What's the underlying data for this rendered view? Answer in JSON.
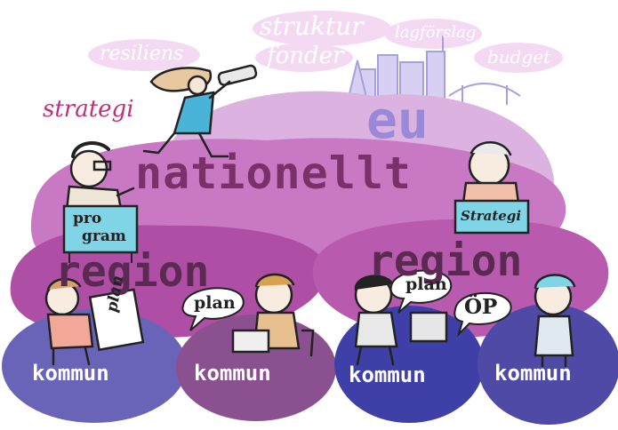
{
  "levels": {
    "eu": "eu",
    "national": "nationellt",
    "region_left": "region",
    "region_right": "region"
  },
  "municipalities": [
    "kommun",
    "kommun",
    "kommun",
    "kommun"
  ],
  "cloud_words": {
    "resiliens": "resiliens",
    "struktur": "struktur",
    "fonder": "fonder",
    "lagforslag": "lagförslag",
    "budget": "budget",
    "strategi": "strategi"
  },
  "signs": {
    "program_line1": "pro",
    "program_line2": "gram",
    "strategi": "Strategi"
  },
  "speech": {
    "plan_left": "plan",
    "plan_right": "plan",
    "op": "ÖP"
  },
  "paper_note": "plan",
  "colors": {
    "eu_blob": "#d7a8dc",
    "national_blob": "#c56fc0",
    "region_blob": "#a94a9e",
    "kommun_1": "#6a64b8",
    "kommun_2": "#8a4f8e",
    "kommun_3": "#3d3fa8",
    "kommun_4": "#4e4aa6",
    "sign_blue": "#7fd4e6",
    "cloud_text": "#e4b2e0"
  }
}
